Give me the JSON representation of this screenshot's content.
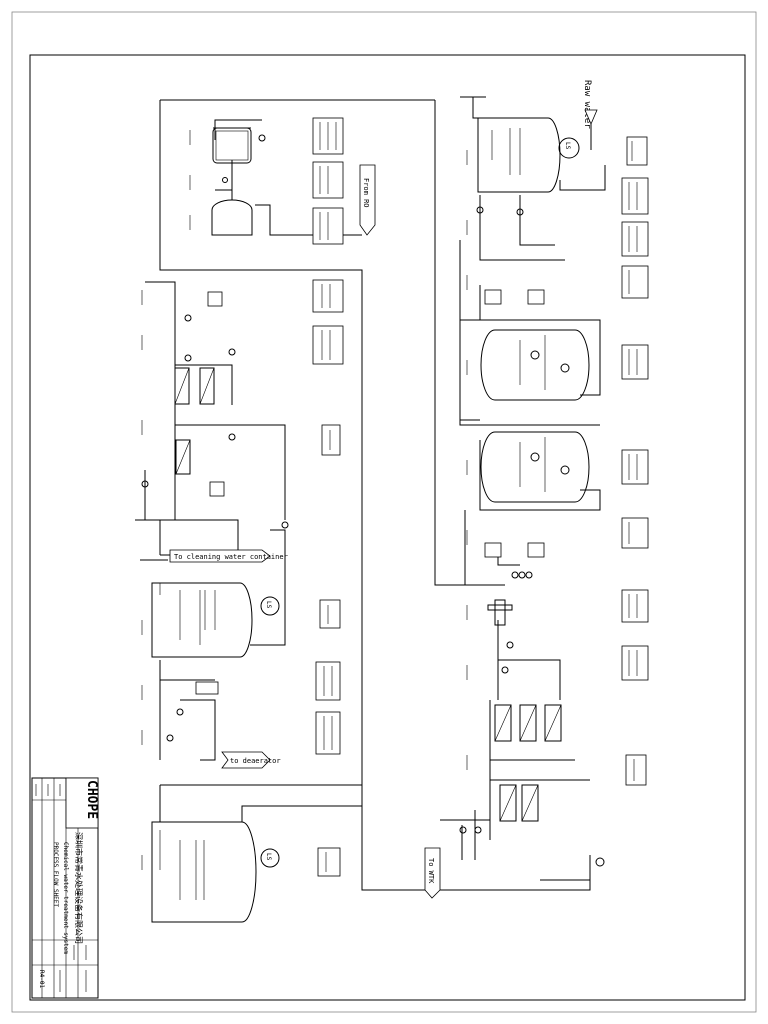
{
  "labels": {
    "raw_water": "Raw water",
    "from_ro": "From RO",
    "to_cleaning": "To cleaning water container",
    "to_deaerator": "to deaerator",
    "to_wtk": "To WTK"
  },
  "ls_tags": [
    "LS",
    "LS",
    "LS"
  ],
  "title_block": {
    "logo": "CHOPE",
    "company_cn": "深圳市常青水处理设备有限公司",
    "drawing_name": "Chemical water treatment system",
    "drawing_subtitle": "PROCESS FLOW SHEET",
    "drawing_no": "R4-01"
  },
  "colors": {
    "line": "#000000",
    "background": "#ffffff"
  }
}
